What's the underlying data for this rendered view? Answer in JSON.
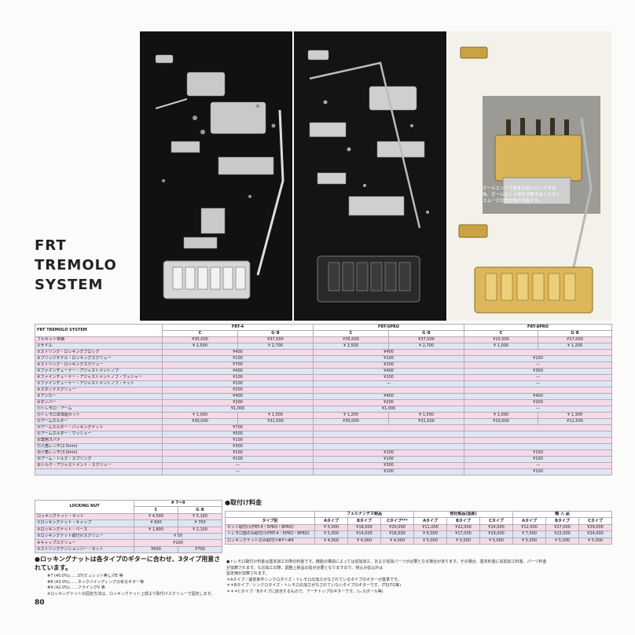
{
  "title_lines": [
    "FRT",
    "TREMOLO",
    "SYSTEM"
  ],
  "photo_caption": [
    "ボールエンドで弦を完全にロックする",
    "為、ボールエンド部を切断することなく、",
    "スムーズな弦交換が可能です。"
  ],
  "spec_table": {
    "corner": "FRT TREMOLO SYSTEM",
    "models": [
      "FRT-4",
      "FRT-5PRO",
      "FRT-8PRO"
    ],
    "colors": [
      "C",
      "G･B",
      "C",
      "G･B",
      "C",
      "G･B"
    ],
    "rows": [
      {
        "label": "フルセット単価",
        "cells": [
          "¥35,000",
          "¥37,000",
          "¥35,000",
          "¥37,000",
          "¥15,000",
          "¥17,000"
        ]
      },
      {
        "label": "①サドル",
        "cells": [
          "¥ 2,500",
          "¥ 2,700",
          "¥ 2,500",
          "¥ 2,700",
          "¥ 1,000",
          "¥ 1,200"
        ]
      },
      {
        "label": "②ストリング・ロッキングブロック",
        "merged": [
          "¥400",
          "¥400",
          ""
        ]
      },
      {
        "label": "③ブリッジサドル・ロッキングスクリュー",
        "merged": [
          "¥100",
          "¥100",
          "¥100"
        ]
      },
      {
        "label": "④ストリング・ロッキングスクリュー",
        "merged": [
          "¥700",
          "¥200",
          "—"
        ]
      },
      {
        "label": "⑤ファインチューナー・アジャストメントノブ",
        "merged": [
          "¥400",
          "¥400",
          "¥300"
        ]
      },
      {
        "label": "⑥ファインチューナー・アジャストメントノブ・ワッシャー",
        "merged": [
          "¥100",
          "¥100",
          "—"
        ]
      },
      {
        "label": "⑦ファインチューナー・アジャストメントノブ・ナット",
        "merged": [
          "¥100",
          "—",
          "—"
        ]
      },
      {
        "label": "⑧スタッドスクリュー",
        "merged": [
          "¥200",
          "",
          ""
        ]
      },
      {
        "label": "⑨アンカー",
        "merged": [
          "¥400",
          "¥400",
          "¥400"
        ]
      },
      {
        "label": "⑩ダンパー",
        "merged": [
          "¥200",
          "¥200",
          "¥200"
        ]
      },
      {
        "label": "⑪トレモロ・アーム",
        "merged": [
          "¥1,000",
          "¥1,000",
          "—"
        ]
      },
      {
        "label": "⑫トレモロ本体組セット",
        "cells": [
          "¥ 1,000",
          "¥ 1,500",
          "¥ 1,200",
          "¥ 1,500",
          "¥ 1,000",
          "¥ 1,300"
        ]
      },
      {
        "label": "⑬アームホルダー",
        "cells": [
          "¥30,000",
          "¥31,500",
          "¥30,000",
          "¥31,500",
          "¥10,000",
          "¥11,500"
        ]
      },
      {
        "label": "⑭アームホルダー・バッキングナット",
        "merged": [
          "¥700",
          "",
          ""
        ]
      },
      {
        "label": "⑮アームホルダー・ワッシャー",
        "merged": [
          "¥500",
          "",
          ""
        ]
      },
      {
        "label": "⑯専用スパナ",
        "merged": [
          "¥100",
          "",
          ""
        ]
      },
      {
        "label": "⑰六角レンチ(2.5mm)",
        "merged": [
          "¥300",
          "",
          ""
        ]
      },
      {
        "label": "⑱六角レンチ(3.0mm)",
        "merged": [
          "¥100",
          "¥100",
          "¥100"
        ]
      },
      {
        "label": "⑲アーム・トルク・スプリング",
        "merged": [
          "¥100",
          "¥100",
          "¥100"
        ]
      },
      {
        "label": "⑳トルク・アジャストメント・スクリュー",
        "merged": [
          "—",
          "¥300",
          "—"
        ]
      },
      {
        "label": "",
        "merged": [
          "—",
          "¥100",
          "¥100"
        ]
      }
    ]
  },
  "locking_nut": {
    "title": "LOCKING NUT",
    "group": "# 7〜9",
    "colors": [
      "C",
      "G･B"
    ],
    "rows": [
      {
        "label": "ロッキングナット・セット",
        "cells": [
          "¥ 4,500",
          "¥ 5,100"
        ]
      },
      {
        "label": "①ロッキングナット・キャップ",
        "cells": [
          "¥ 600",
          "¥ 700"
        ]
      },
      {
        "label": "②ロッキングナット・ベース",
        "cells": [
          "¥ 1,800",
          "¥ 2,100"
        ]
      },
      {
        "label": "③ロッキングナット取付けスクリュー",
        "merged": "¥ 50"
      },
      {
        "label": "④キャップスクリュー",
        "merged": "¥100"
      },
      {
        "label": "⑤ストリングテンションバー・セット",
        "cells": [
          "¥600",
          "¥700"
        ]
      }
    ]
  },
  "fees": {
    "heading": "●取付け料金",
    "groups": [
      "フェルナンデス製品",
      "他社製品(国産)",
      "輸 入 品"
    ],
    "type_label": "タイプ別",
    "types": [
      "Aタイプ",
      "Bタイプ",
      "Cタイプ***",
      "Aタイプ",
      "Bタイプ",
      "Cタイプ",
      "Aタイプ",
      "Bタイプ",
      "Cタイプ"
    ],
    "rows": [
      {
        "label": "セット取付け(FRT-4・5PRO・8PRO)",
        "cells": [
          "¥ 5,000",
          "¥18,000",
          "¥20,000",
          "¥11,000",
          "¥22,000",
          "¥24,000",
          "¥12,000",
          "¥27,000",
          "¥29,000"
        ]
      },
      {
        "label": "トレモロ部のみ取付け(FRT-4・5PRO・8PRO)",
        "cells": [
          "¥ 5,000",
          "¥14,000",
          "¥16,000",
          "¥ 6,000",
          "¥17,000",
          "¥19,000",
          "¥ 7,000",
          "¥22,000",
          "¥24,000"
        ]
      },
      {
        "label": "ロッキングナットのみ取付け#7〜#9",
        "cells": [
          "¥ 4,000",
          "¥ 4,000",
          "¥ 4,000",
          "¥ 5,000",
          "¥ 5,000",
          "¥ 5,000",
          "¥ 5,000",
          "¥ 5,000",
          "¥ 5,000"
        ]
      }
    ]
  },
  "locking_heading": "●ロッキングナットは各タイプのギターに合わせ、3タイプ用意されています。",
  "locking_notes": [
    "#7 (40.0%)……ST(ビュレット無し)TE 等",
    "#8 (43.0%)……ネックバインディングの有るギター等",
    "#9 (42.0%)……フライングV 等",
    "※ロッキングナットの固定方法は、ロッキングナット上部より取付けスクリューで固定します。"
  ],
  "fee_notes": [
    "●トレモロ取付け料金は基本加工の際の料金です。機能の構造によっては追加加工、および追加パーツが必要となる場合があります。その場合、基本料金に追加加工料金、パーツ料金",
    "が加算されます。なお加工の際、調整上新品の弦が必要となりますので、持込み弦以外は",
    "弦定価が加算されます。",
    "＊Aタイプ／最低条件シンクロタイズ・トレモロの加工がなされているタイプのギターが基準です。",
    "＊＊Bタイプ／シンクロタイズ・トレモロの加工がなされていないタイプのギターです。(TEJ-TG等)",
    "＊＊＊Cタイプ／Bタイプに該当するもので、アーチトップのギターです。(レスポール等)"
  ],
  "page_number": "80"
}
